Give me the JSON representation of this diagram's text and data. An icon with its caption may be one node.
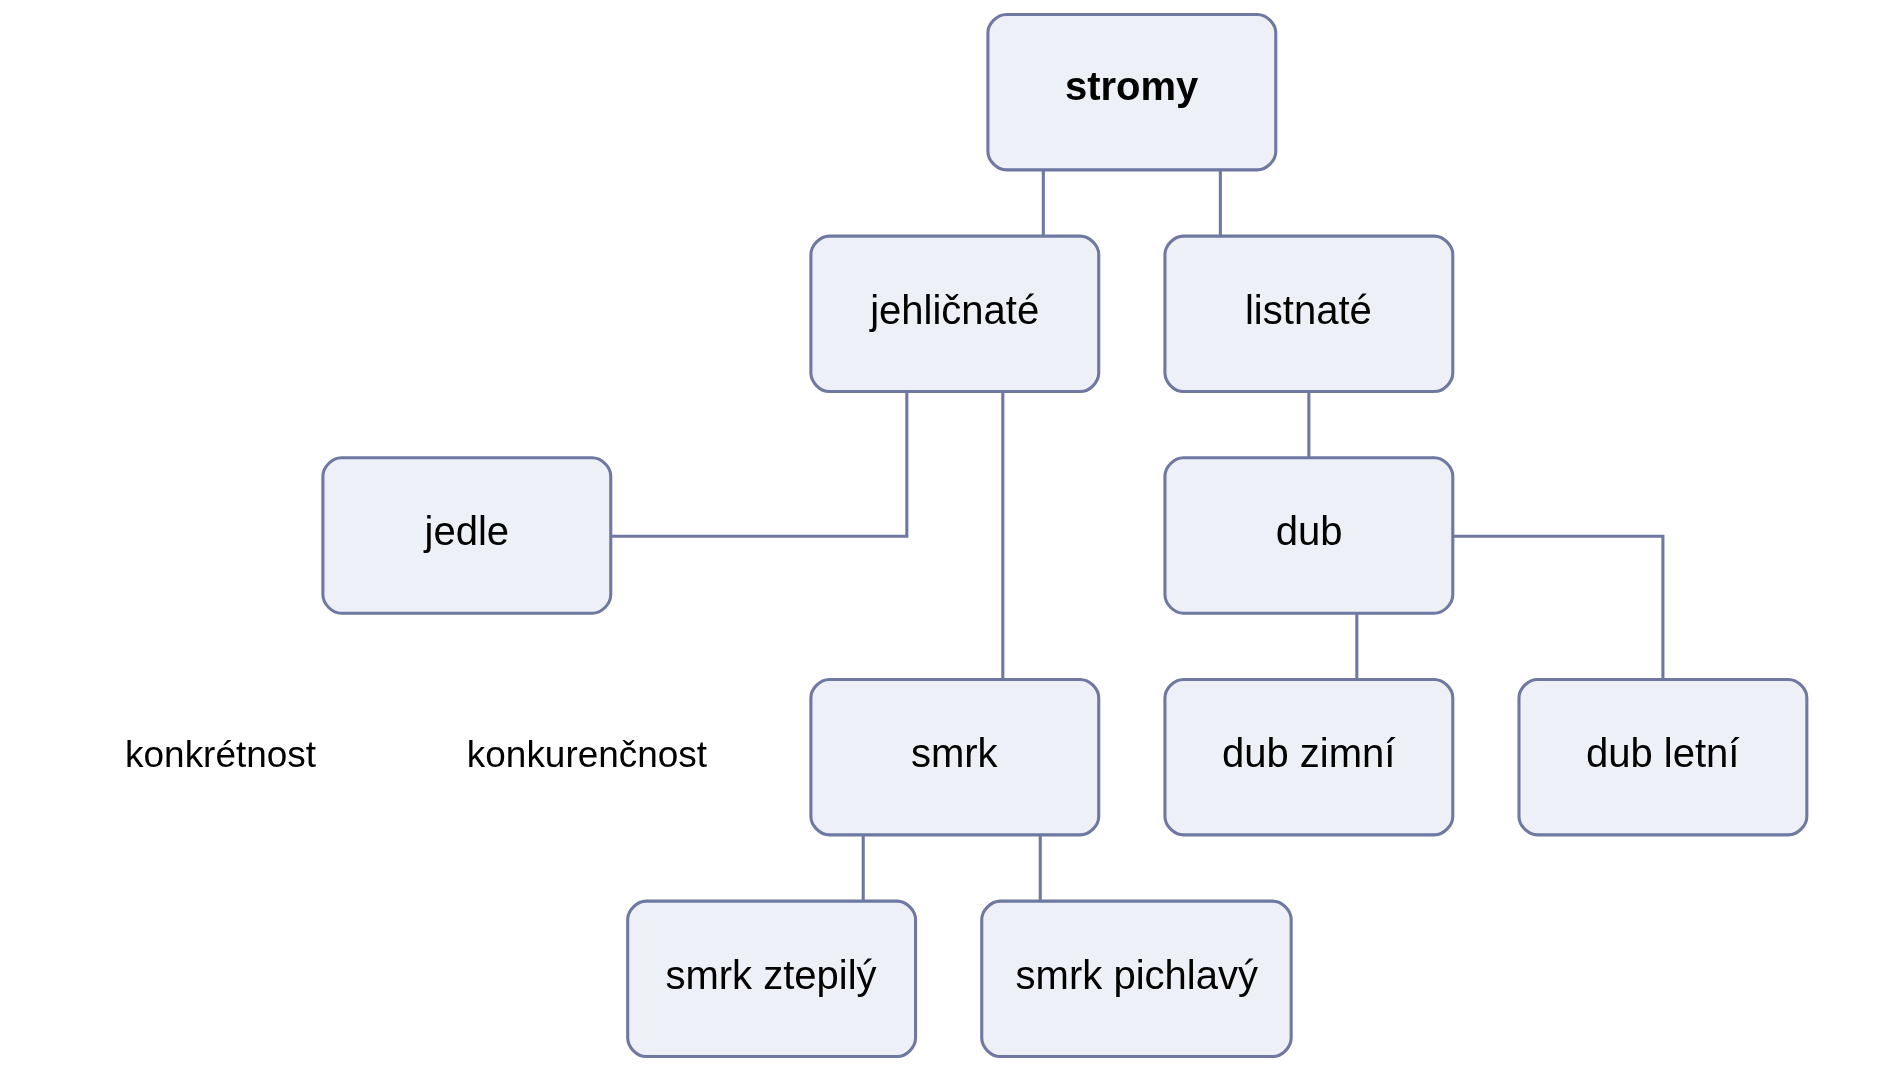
{
  "diagram": {
    "nodes": [
      {
        "text": [
          "stromy"
        ]
      },
      {
        "text": [
          "jehličnaté"
        ]
      },
      {
        "text": [
          "listnaté"
        ]
      },
      {
        "text": [
          "smrk"
        ]
      },
      {
        "text": [
          "jedle"
        ]
      },
      {
        "text": [
          "dub"
        ]
      },
      {
        "text": [
          "smrk ztepilý"
        ]
      },
      {
        "text": [
          "smrk pichlavý"
        ]
      },
      {
        "text": [
          "dub letní"
        ]
      },
      {
        "text": [
          "dub zimní"
        ]
      }
    ],
    "edges": [
      {
        "from": 0,
        "to": 1,
        "arrow": "none"
      },
      {
        "from": 0,
        "to": 2,
        "arrow": "none"
      },
      {
        "from": 1,
        "to": 3,
        "arrow": "none"
      },
      {
        "from": 1,
        "to": 4,
        "arrow": "none"
      },
      {
        "from": 2,
        "to": 5,
        "arrow": "none"
      },
      {
        "from": 3,
        "to": 6,
        "arrow": "none"
      },
      {
        "from": 3,
        "to": 7,
        "arrow": "none"
      },
      {
        "from": 5,
        "to": 8,
        "arrow": "none"
      },
      {
        "from": 5,
        "to": 9,
        "arrow": "none"
      }
    ],
    "labels": [
      "konkurenčnost",
      "konkrétnost"
    ]
  }
}
